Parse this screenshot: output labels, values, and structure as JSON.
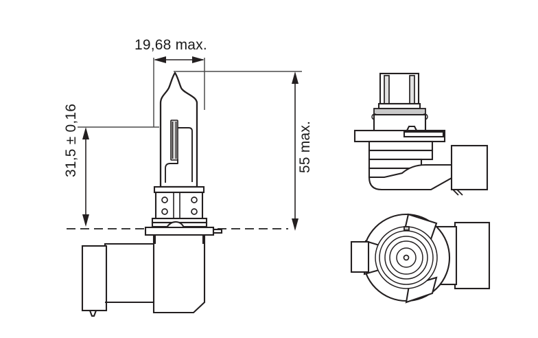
{
  "drawing": {
    "title": "Halogen bulb technical dimension drawing",
    "background_color": "#ffffff",
    "line_color": "#231f20",
    "text_color": "#1a1a1a"
  },
  "dimensions": {
    "width_top": {
      "label": "19,68 max.",
      "orientation": "horizontal",
      "value": 19.68,
      "unit": "mm",
      "qualifier": "max."
    },
    "height_left": {
      "label": "31,5 ± 0,16",
      "orientation": "vertical",
      "value": 31.5,
      "tolerance": 0.16,
      "unit": "mm"
    },
    "height_right": {
      "label": "55 max.",
      "orientation": "vertical",
      "value": 55,
      "unit": "mm",
      "qualifier": "max."
    }
  },
  "views": {
    "main": {
      "name": "front-elevation-view",
      "parts": [
        "glass-envelope",
        "filament",
        "support-wires",
        "metal-base",
        "base-holes",
        "flange",
        "connector-body"
      ]
    },
    "side": {
      "name": "side-detail-view",
      "parts": [
        "terminal-frame",
        "flange-stack",
        "angled-connector"
      ]
    },
    "end": {
      "name": "end-on-view",
      "parts": [
        "outer-ring",
        "locking-tabs",
        "concentric-rings",
        "center-pin",
        "connector-block"
      ]
    }
  }
}
